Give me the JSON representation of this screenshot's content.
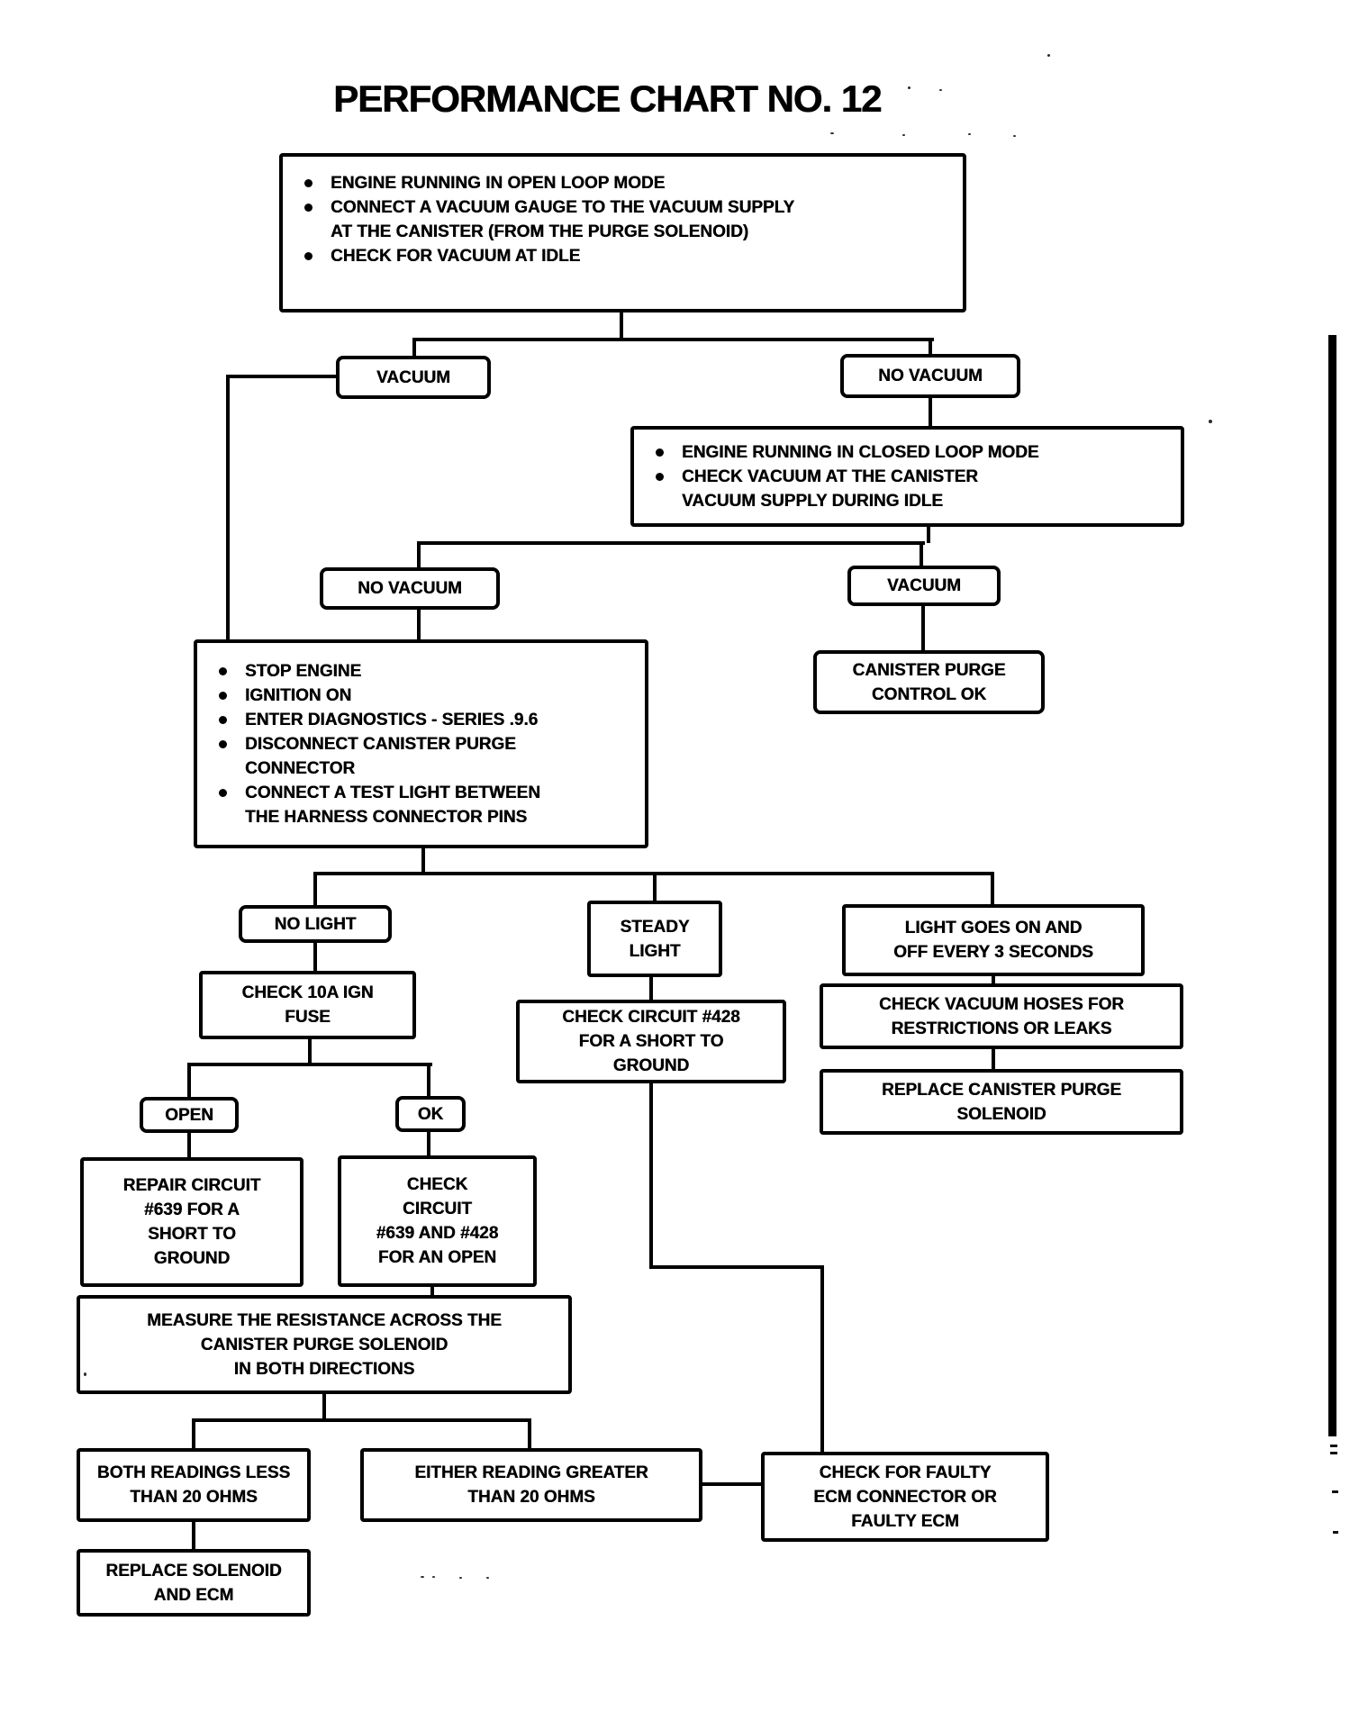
{
  "title": "PERFORMANCE CHART NO. 12",
  "nodes": {
    "start": {
      "bullets": [
        [
          "ENGINE RUNNING IN OPEN LOOP MODE"
        ],
        [
          "CONNECT A VACUUM GAUGE TO THE VACUUM SUPPLY",
          "AT THE CANISTER (FROM THE PURGE SOLENOID)"
        ],
        [
          "CHECK FOR VACUUM AT IDLE"
        ]
      ]
    },
    "vacuum1": {
      "label": "VACUUM"
    },
    "novacuum1": {
      "label": "NO VACUUM"
    },
    "closedloop": {
      "bullets": [
        [
          "ENGINE RUNNING IN CLOSED LOOP MODE"
        ],
        [
          "CHECK VACUUM AT THE CANISTER",
          "VACUUM SUPPLY DURING IDLE"
        ]
      ]
    },
    "novacuum2": {
      "label": "NO VACUUM"
    },
    "vacuum2": {
      "label": "VACUUM"
    },
    "purgeok": {
      "lines": [
        "CANISTER PURGE",
        "CONTROL OK"
      ]
    },
    "stopengine": {
      "bullets": [
        [
          "STOP ENGINE"
        ],
        [
          "IGNITION ON"
        ],
        [
          "ENTER DIAGNOSTICS - SERIES .9.6"
        ],
        [
          "DISCONNECT CANISTER PURGE",
          "CONNECTOR"
        ],
        [
          "CONNECT A TEST LIGHT BETWEEN",
          "THE HARNESS CONNECTOR PINS"
        ]
      ]
    },
    "nolight": {
      "label": "NO LIGHT"
    },
    "steadylight": {
      "lines": [
        "STEADY",
        "LIGHT"
      ]
    },
    "light3s": {
      "lines": [
        "LIGHT GOES ON AND",
        "OFF EVERY 3 SECONDS"
      ]
    },
    "hoses": {
      "lines": [
        "CHECK VACUUM HOSES FOR",
        "RESTRICTIONS OR LEAKS"
      ]
    },
    "replacesolenoid": {
      "lines": [
        "REPLACE CANISTER PURGE",
        "SOLENOID"
      ]
    },
    "check428": {
      "lines": [
        "CHECK CIRCUIT #428",
        "FOR A SHORT TO",
        "GROUND"
      ]
    },
    "checkfuse": {
      "lines": [
        "CHECK 10A IGN",
        "FUSE"
      ]
    },
    "open": {
      "label": "OPEN"
    },
    "ok": {
      "label": "OK"
    },
    "repair639": {
      "lines": [
        "REPAIR CIRCUIT",
        "#639 FOR A",
        "SHORT TO",
        "GROUND"
      ]
    },
    "check639": {
      "lines": [
        "CHECK",
        "CIRCUIT",
        "#639 AND #428",
        "FOR AN OPEN"
      ]
    },
    "measure": {
      "lines": [
        "MEASURE THE RESISTANCE ACROSS THE",
        "CANISTER PURGE SOLENOID",
        "IN BOTH DIRECTIONS"
      ]
    },
    "bothreadings": {
      "lines": [
        "BOTH READINGS LESS",
        "THAN 20 OHMS"
      ]
    },
    "eitherreading": {
      "lines": [
        "EITHER READING GREATER",
        "THAN 20 OHMS"
      ]
    },
    "ecm": {
      "lines": [
        "CHECK FOR FAULTY",
        "ECM CONNECTOR OR",
        "FAULTY ECM"
      ]
    },
    "replaceecm": {
      "lines": [
        "REPLACE SOLENOID",
        "AND ECM"
      ]
    }
  },
  "edges": [
    {
      "from": "start",
      "to": "vacuum1"
    },
    {
      "from": "start",
      "to": "novacuum1"
    },
    {
      "from": "vacuum1",
      "to": "stopengine"
    },
    {
      "from": "novacuum1",
      "to": "closedloop"
    },
    {
      "from": "closedloop",
      "to": "novacuum2"
    },
    {
      "from": "closedloop",
      "to": "vacuum2"
    },
    {
      "from": "novacuum2",
      "to": "stopengine"
    },
    {
      "from": "vacuum2",
      "to": "purgeok"
    },
    {
      "from": "stopengine",
      "to": "nolight"
    },
    {
      "from": "stopengine",
      "to": "steadylight"
    },
    {
      "from": "stopengine",
      "to": "light3s"
    },
    {
      "from": "nolight",
      "to": "checkfuse"
    },
    {
      "from": "checkfuse",
      "to": "open"
    },
    {
      "from": "checkfuse",
      "to": "ok"
    },
    {
      "from": "open",
      "to": "repair639"
    },
    {
      "from": "ok",
      "to": "check639"
    },
    {
      "from": "check639",
      "to": "measure"
    },
    {
      "from": "measure",
      "to": "bothreadings"
    },
    {
      "from": "measure",
      "to": "eitherreading"
    },
    {
      "from": "bothreadings",
      "to": "replaceecm"
    },
    {
      "from": "steadylight",
      "to": "check428"
    },
    {
      "from": "check428",
      "to": "ecm"
    },
    {
      "from": "eitherreading",
      "to": "ecm"
    },
    {
      "from": "light3s",
      "to": "hoses"
    },
    {
      "from": "hoses",
      "to": "replacesolenoid"
    }
  ]
}
